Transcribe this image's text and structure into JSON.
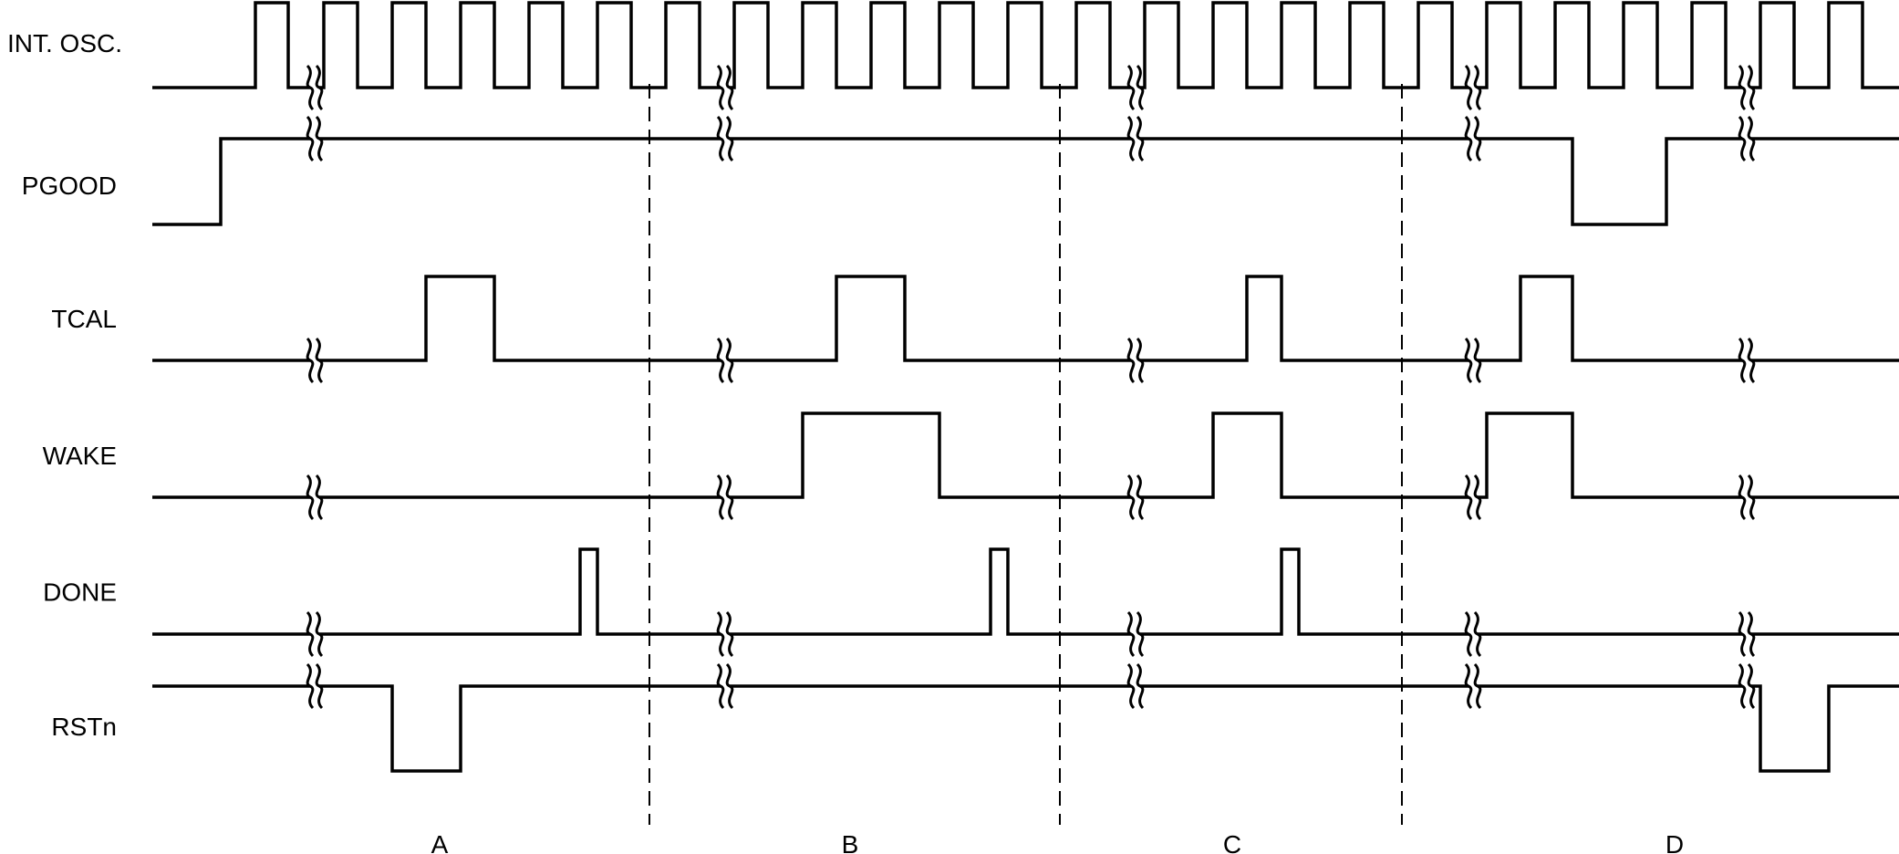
{
  "diagram": {
    "type": "timing-diagram",
    "line_color": "#000000",
    "background": "#ffffff",
    "signals": [
      {
        "name": "INT. OSC.",
        "low": 96,
        "high": 3,
        "points": [
          [
            167,
            "L"
          ],
          [
            280,
            "H"
          ],
          [
            316,
            "L"
          ],
          [
            355,
            "H"
          ],
          [
            392,
            "L"
          ],
          [
            430,
            "H"
          ],
          [
            467,
            "L"
          ],
          [
            505,
            "H"
          ],
          [
            542,
            "L"
          ],
          [
            580,
            "H"
          ],
          [
            617,
            "L"
          ],
          [
            655,
            "H"
          ],
          [
            692,
            "L"
          ],
          [
            730,
            "H"
          ],
          [
            767,
            "L"
          ],
          [
            805,
            "H"
          ],
          [
            842,
            "L"
          ],
          [
            880,
            "H"
          ],
          [
            917,
            "L"
          ],
          [
            955,
            "H"
          ],
          [
            992,
            "L"
          ],
          [
            1030,
            "H"
          ],
          [
            1067,
            "L"
          ],
          [
            1105,
            "H"
          ],
          [
            1142,
            "L"
          ],
          [
            1180,
            "H"
          ],
          [
            1217,
            "L"
          ],
          [
            1255,
            "H"
          ],
          [
            1292,
            "L"
          ],
          [
            1330,
            "H"
          ],
          [
            1367,
            "L"
          ],
          [
            1405,
            "H"
          ],
          [
            1442,
            "L"
          ],
          [
            1480,
            "H"
          ],
          [
            1517,
            "L"
          ],
          [
            1555,
            "H"
          ],
          [
            1592,
            "L"
          ],
          [
            1630,
            "H"
          ],
          [
            1667,
            "L"
          ],
          [
            1705,
            "H"
          ],
          [
            1742,
            "L"
          ],
          [
            1780,
            "H"
          ],
          [
            1817,
            "L"
          ],
          [
            1855,
            "H"
          ],
          [
            1892,
            "L"
          ],
          [
            1930,
            "H"
          ],
          [
            1967,
            "L"
          ],
          [
            2005,
            "H"
          ],
          [
            2042,
            "L"
          ],
          [
            2082,
            "L"
          ]
        ]
      },
      {
        "name": "PGOOD",
        "low": 246,
        "high": 152,
        "points": [
          [
            167,
            "L"
          ],
          [
            242,
            "H"
          ],
          [
            1724,
            "L"
          ],
          [
            1827,
            "H"
          ],
          [
            2082,
            "H"
          ]
        ]
      },
      {
        "name": "TCAL",
        "low": 395,
        "high": 303,
        "points": [
          [
            167,
            "L"
          ],
          [
            467,
            "H"
          ],
          [
            542,
            "L"
          ],
          [
            917,
            "H"
          ],
          [
            992,
            "L"
          ],
          [
            1367,
            "H"
          ],
          [
            1405,
            "L"
          ],
          [
            1667,
            "H"
          ],
          [
            1724,
            "L"
          ],
          [
            2082,
            "L"
          ]
        ]
      },
      {
        "name": "WAKE",
        "low": 545,
        "high": 453,
        "points": [
          [
            167,
            "L"
          ],
          [
            880,
            "H"
          ],
          [
            1030,
            "L"
          ],
          [
            1330,
            "H"
          ],
          [
            1405,
            "L"
          ],
          [
            1630,
            "H"
          ],
          [
            1724,
            "L"
          ],
          [
            2082,
            "L"
          ]
        ]
      },
      {
        "name": "DONE",
        "low": 695,
        "high": 602,
        "points": [
          [
            167,
            "L"
          ],
          [
            636,
            "H"
          ],
          [
            655,
            "L"
          ],
          [
            1086,
            "H"
          ],
          [
            1105,
            "L"
          ],
          [
            1405,
            "H"
          ],
          [
            1424,
            "L"
          ],
          [
            2082,
            "L"
          ]
        ]
      },
      {
        "name": "RSTn",
        "low": 845,
        "high": 752,
        "points": [
          [
            167,
            "H"
          ],
          [
            430,
            "L"
          ],
          [
            505,
            "H"
          ],
          [
            1930,
            "L"
          ],
          [
            2005,
            "H"
          ],
          [
            2082,
            "H"
          ]
        ]
      }
    ],
    "phases": [
      "A",
      "B",
      "C",
      "D"
    ],
    "boundaries": [
      712,
      1162,
      1537
    ],
    "breaks": [
      345,
      795,
      1245,
      1615,
      1915
    ]
  }
}
